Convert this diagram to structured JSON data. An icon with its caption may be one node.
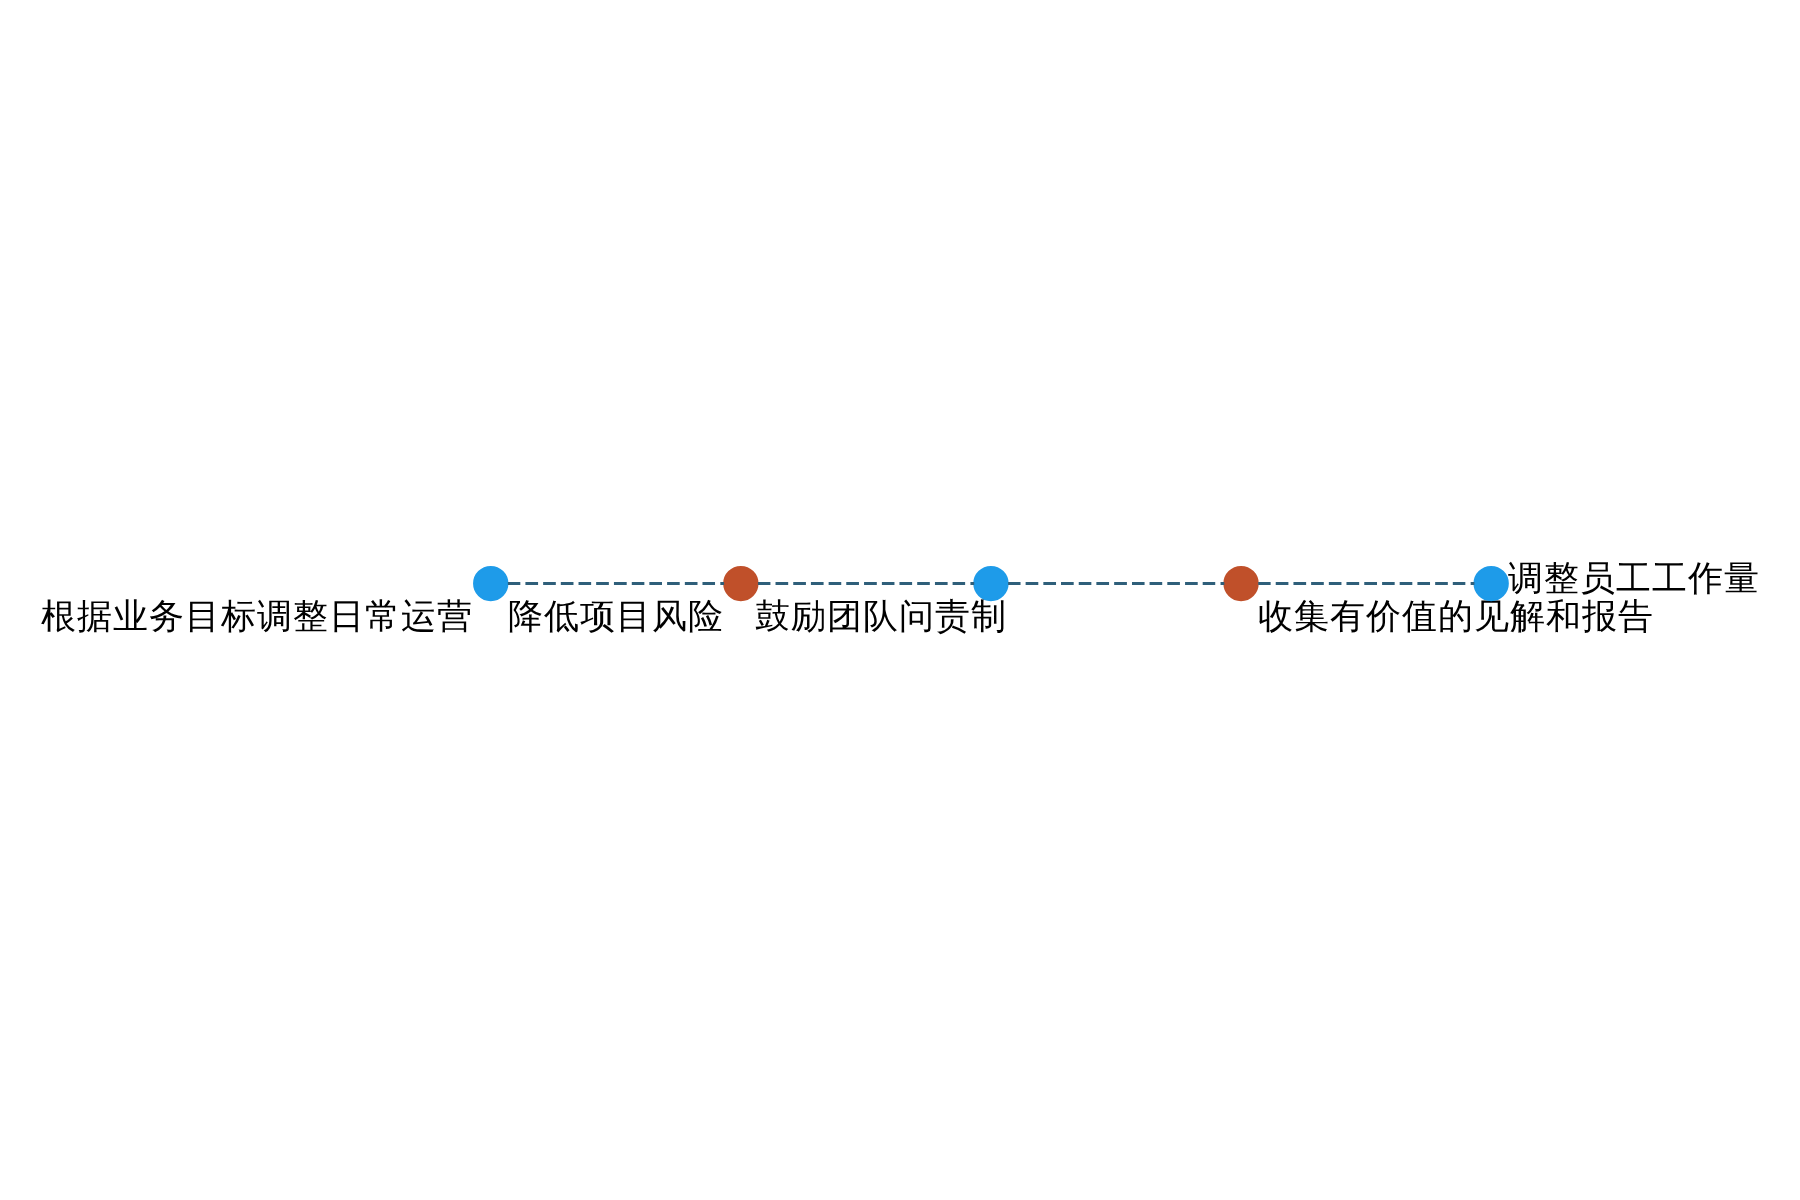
{
  "diagram": {
    "nodes": [
      {
        "text": [],
        "shape": "circle",
        "beside": [
          "根据业务目标调整日常运营"
        ]
      },
      {
        "text": [],
        "shape": "circle",
        "beside": [
          "降低项目风险"
        ]
      },
      {
        "text": [],
        "shape": "circle",
        "beside": [
          "鼓励团队问责制"
        ]
      },
      {
        "text": [],
        "shape": "circle",
        "beside": [
          "收集有价值的见解和报告"
        ]
      },
      {
        "text": [],
        "shape": "circle",
        "beside": [
          "调整员工工作量"
        ]
      }
    ],
    "edges": [
      {
        "from": 0,
        "to": 1,
        "arrow": "none",
        "style": "dashed"
      },
      {
        "from": 1,
        "to": 2,
        "arrow": "none",
        "style": "dashed"
      },
      {
        "from": 2,
        "to": 3,
        "arrow": "none",
        "style": "dashed"
      },
      {
        "from": 3,
        "to": 4,
        "arrow": "none",
        "style": "dashed"
      }
    ]
  }
}
